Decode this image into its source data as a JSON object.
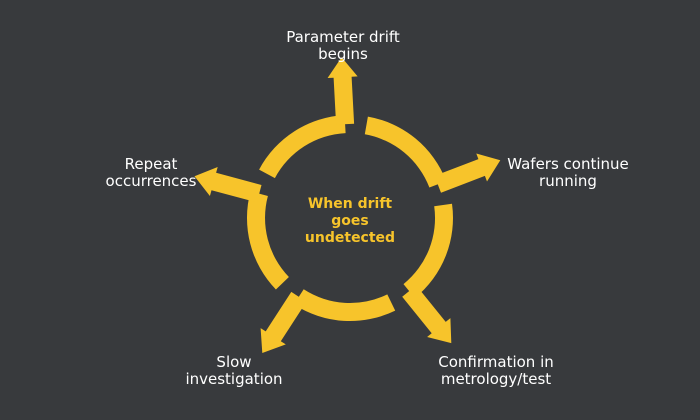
{
  "diagram": {
    "center_label": [
      "When drift",
      "goes",
      "undetected"
    ],
    "accent_color": "#f7c42b",
    "background_color": "#383a3d",
    "steps": [
      {
        "label": [
          "Parameter drift",
          "begins"
        ]
      },
      {
        "label": [
          "Wafers continue",
          "running"
        ]
      },
      {
        "label": [
          "Confirmation in",
          "metrology/test"
        ]
      },
      {
        "label": [
          "Slow",
          "investigation"
        ]
      },
      {
        "label": [
          "Repeat",
          "occurrences"
        ]
      }
    ]
  }
}
